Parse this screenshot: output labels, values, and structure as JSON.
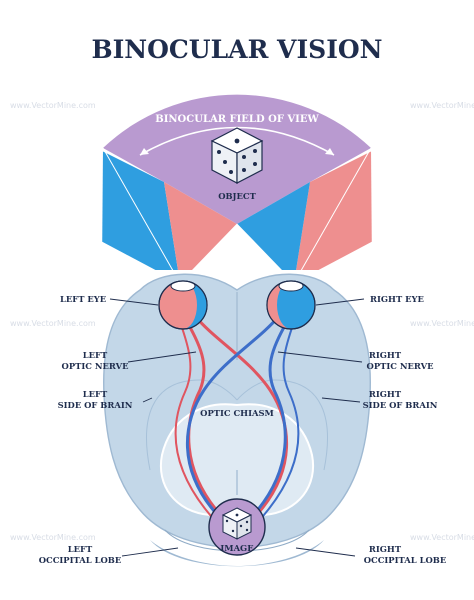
{
  "title": "BINOCULAR VISION",
  "field_of_view_label": "BINOCULAR FIELD OF VIEW",
  "object_label": "OBJECT",
  "optic_chiasm_label": "OPTIC CHIASM",
  "image_label": "IMAGE",
  "labels_left": {
    "eye": "LEFT EYE",
    "optic_nerve_line1": "LEFT",
    "optic_nerve_line2": "OPTIC NERVE",
    "side_line1": "LEFT",
    "side_line2": "SIDE OF BRAIN",
    "lobe_line1": "LEFT",
    "lobe_line2": "OCCIPITAL LOBE"
  },
  "labels_right": {
    "eye": "RIGHT EYE",
    "optic_nerve_line1": "RIGHT",
    "optic_nerve_line2": "OPTIC NERVE",
    "side_line1": "RIGHT",
    "side_line2": "SIDE OF BRAIN",
    "lobe_line1": "RIGHT",
    "lobe_line2": "OCCIPITAL LOBE"
  },
  "watermark": "www.VectorMine.com",
  "colors": {
    "purple": "#b99ad0",
    "blue": "#2f9ee0",
    "salmon": "#ee8f8f",
    "brain": "#c3d7e8",
    "brain_dark": "#9fb9d2",
    "nerve_red": "#e05560",
    "nerve_blue": "#3d6ec9",
    "ink": "#1f2d4d"
  },
  "icons": [
    "dice-icon",
    "arrow-left-icon",
    "arrow-right-icon",
    "eye-icon",
    "brain-icon"
  ]
}
